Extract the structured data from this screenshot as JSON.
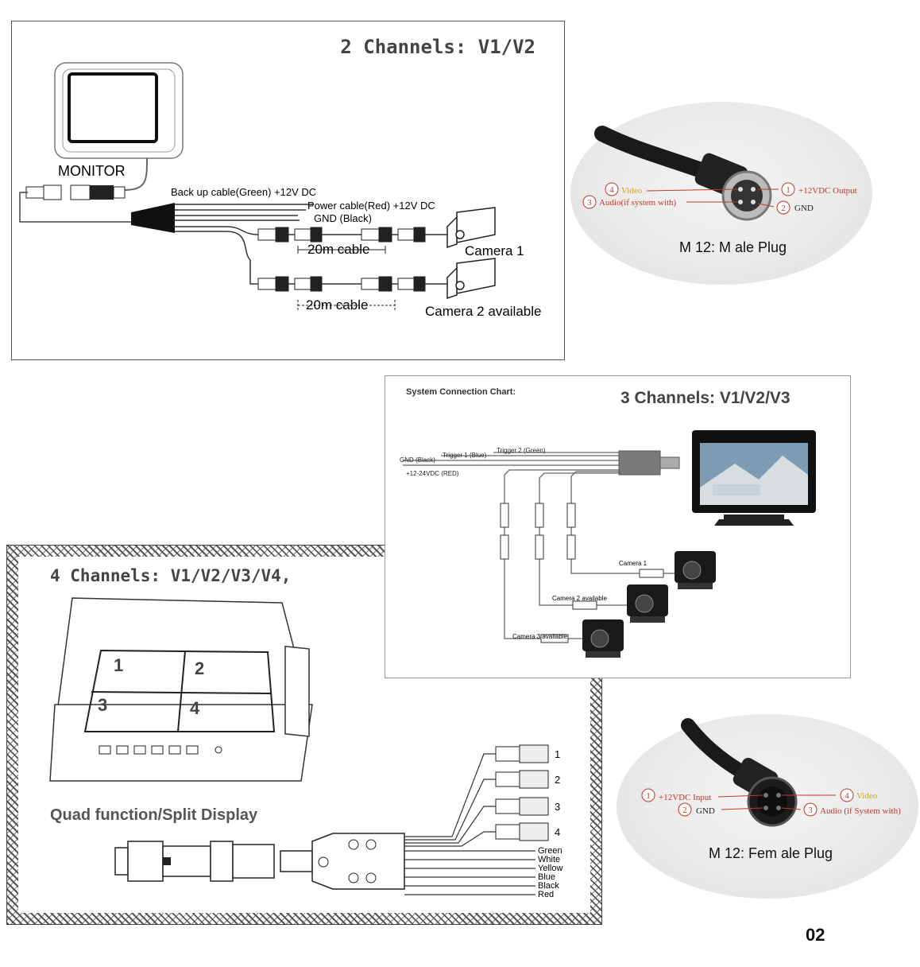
{
  "two_channel": {
    "title": "2 Channels: V1/V2",
    "monitor_label": "MONITOR",
    "backup_cable": "Back up cable(Green) +12V DC",
    "power_cable": "Power cable(Red) +12V DC",
    "gnd": "GND (Black)",
    "cable1": "20m cable",
    "cable2": "20m cable",
    "camera1": "Camera 1",
    "camera2": "Camera 2 available"
  },
  "male_plug": {
    "label": "M 12: M ale Plug",
    "pin4": "Video",
    "pin3": "Audio(if system with)",
    "pin1": "+12VDC Output",
    "pin2": "GND",
    "n1": "1",
    "n2": "2",
    "n3": "3",
    "n4": "4"
  },
  "three_channel": {
    "heading": "System Connection Chart:",
    "title": "3 Channels: V1/V2/V3",
    "gnd": "GND (Black)",
    "trigger1": "Trigger 1 (Blue)",
    "trigger2": "Trigger 2 (Green)",
    "power": "+12-24VDC (RED)",
    "camera1": "Camera 1",
    "camera2": "Camera 2 available",
    "camera3": "Camera 3 available"
  },
  "four_channel": {
    "title": "4 Channels: V1/V2/V3/V4,",
    "q1": "1",
    "q2": "2",
    "q3": "3",
    "q4": "4",
    "subtitle": "Quad function/Split Display",
    "ch1": "1",
    "ch2": "2",
    "ch3": "3",
    "ch4": "4",
    "wires": [
      "Green",
      "White",
      "Yellow",
      "Blue",
      "Black",
      "Red"
    ]
  },
  "female_plug": {
    "label": "M 12: Fem ale Plug",
    "pin1": "+12VDC Input",
    "pin2": "GND",
    "pin4": "Video",
    "pin3": "Audio (if System with)",
    "n1": "1",
    "n2": "2",
    "n3": "3",
    "n4": "4"
  },
  "page_number": "02",
  "colors": {
    "pin_red": "#c0392b",
    "pin_orange": "#d4a017"
  }
}
